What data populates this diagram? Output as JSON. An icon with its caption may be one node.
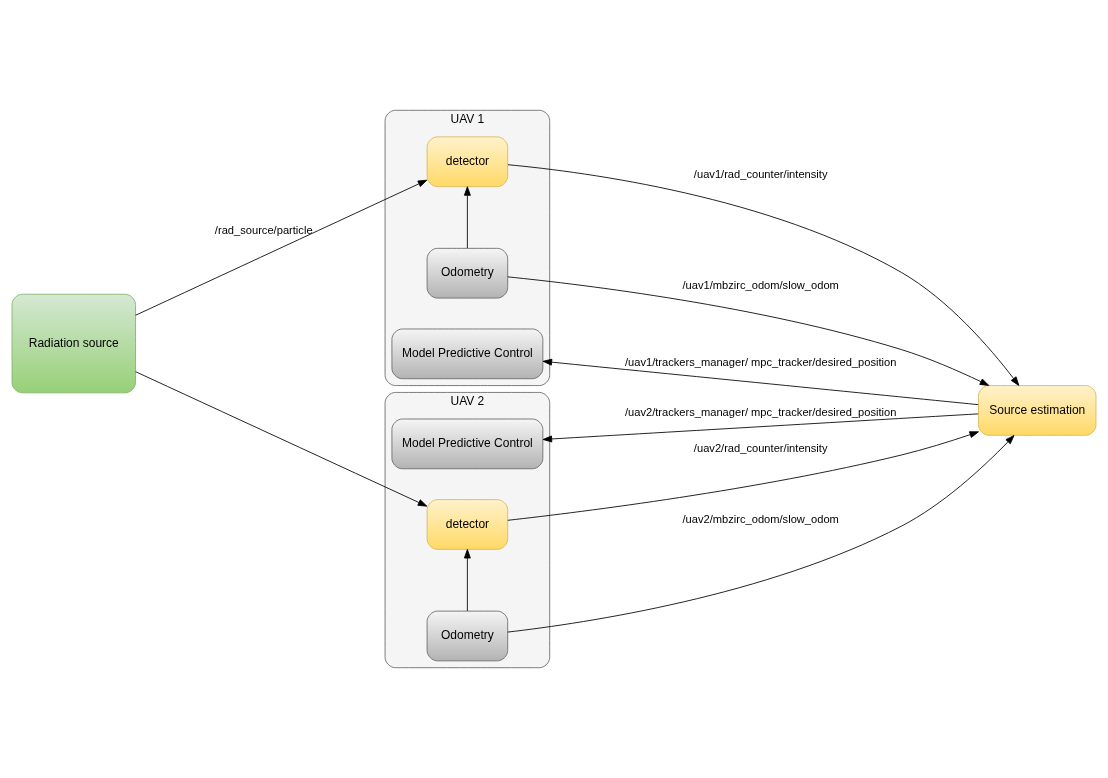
{
  "diagram": {
    "nodes": [
      {
        "text": [
          "Radiation source"
        ]
      },
      {
        "text": [
          "UAV 1"
        ]
      },
      {
        "text": [
          "detector"
        ],
        "in": 1
      },
      {
        "text": [
          "Odometry"
        ],
        "in": 1
      },
      {
        "text": [
          "Model Predictive Control"
        ],
        "in": 1
      },
      {
        "text": [
          "UAV 2"
        ]
      },
      {
        "text": [
          "Model Predictive Control"
        ],
        "in": 5
      },
      {
        "text": [
          "Odometry"
        ],
        "in": 5
      },
      {
        "text": [
          "detector"
        ],
        "in": 5
      },
      {
        "text": [
          "Source estimation"
        ]
      }
    ],
    "edges": [
      {
        "from": 0,
        "to": 2,
        "arrow": "to",
        "label": "/rad_source/particle"
      },
      {
        "from": 0,
        "to": 8,
        "arrow": "to"
      },
      {
        "from": 3,
        "to": 2,
        "arrow": "to"
      },
      {
        "from": 2,
        "to": 9,
        "arrow": "to",
        "label": "/uav1/rad_counter/intensity"
      },
      {
        "from": 3,
        "to": 9,
        "arrow": "to",
        "label": "/uav1/mbzirc_odom/slow_odom"
      },
      {
        "from": 9,
        "to": 4,
        "arrow": "to",
        "label": "/uav1/trackers_manager/ mpc_tracker/desired_position"
      },
      {
        "from": 9,
        "to": 6,
        "arrow": "to",
        "label": "/uav2/trackers_manager/ mpc_tracker/desired_position"
      },
      {
        "from": 7,
        "to": 9,
        "arrow": "to",
        "label": "/uav2/mbzirc_odom/slow_odom"
      },
      {
        "from": 7,
        "to": 8,
        "arrow": "to"
      },
      {
        "from": 8,
        "to": 9,
        "arrow": "to",
        "label": "/uav2/rad_counter/intensity"
      }
    ]
  }
}
